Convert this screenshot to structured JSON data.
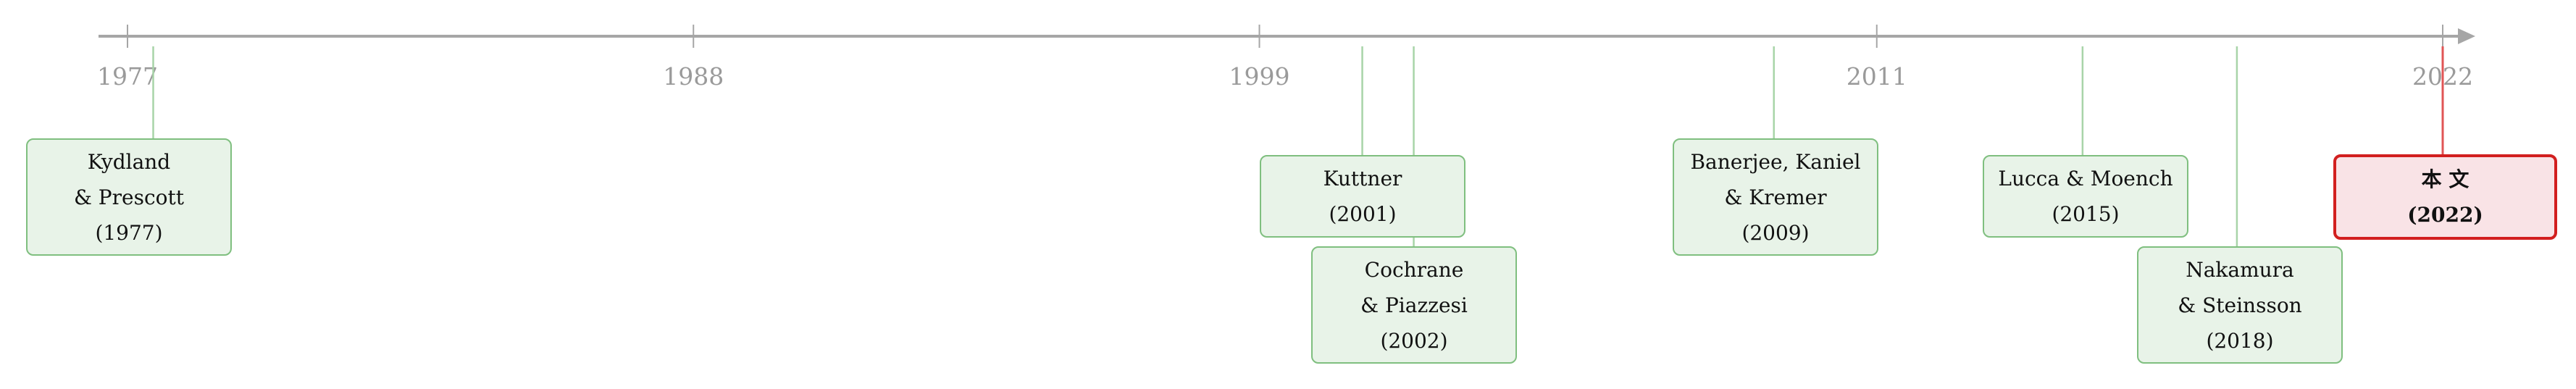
{
  "timeline": {
    "ticks": [
      {
        "label": "1977",
        "year": 1977
      },
      {
        "label": "1988",
        "year": 1988
      },
      {
        "label": "1999",
        "year": 1999
      },
      {
        "label": "2011",
        "year": 2011
      },
      {
        "label": "2022",
        "year": 2022
      }
    ],
    "events": [
      {
        "id": "kydland",
        "lines": [
          "Kydland",
          "& Prescott",
          "(1977)"
        ],
        "year": 1977.5,
        "current": false
      },
      {
        "id": "kuttner",
        "lines": [
          "Kuttner",
          "(2001)"
        ],
        "year": 2001,
        "current": false
      },
      {
        "id": "cochrane",
        "lines": [
          "Cochrane",
          "& Piazzesi",
          "(2002)"
        ],
        "year": 2002,
        "current": false
      },
      {
        "id": "banerjee",
        "lines": [
          "Banerjee, Kaniel",
          "& Kremer"
        ],
        "sublabel": "(2009)",
        "year": 2009,
        "current": false
      },
      {
        "id": "lucca",
        "lines": [
          "Lucca & Moench",
          "(2015)"
        ],
        "year": 2015,
        "current": false
      },
      {
        "id": "nakamura",
        "lines": [
          "Nakamura",
          "& Steinsson",
          "(2018)"
        ],
        "year": 2018,
        "current": false
      },
      {
        "id": "this-paper",
        "lines": [
          "本 文",
          "(2022)"
        ],
        "year": 2022,
        "current": true
      }
    ],
    "colors": {
      "axis": "#a6a6a6",
      "tick_label": "#9a9a9a",
      "connector": "#a8d4a8",
      "current_connector": "#e05555",
      "card_fill": "#e8f3e8",
      "card_border": "#7fbf7f",
      "current_fill": "#f9e3e6",
      "current_border": "#d21f1f"
    }
  }
}
